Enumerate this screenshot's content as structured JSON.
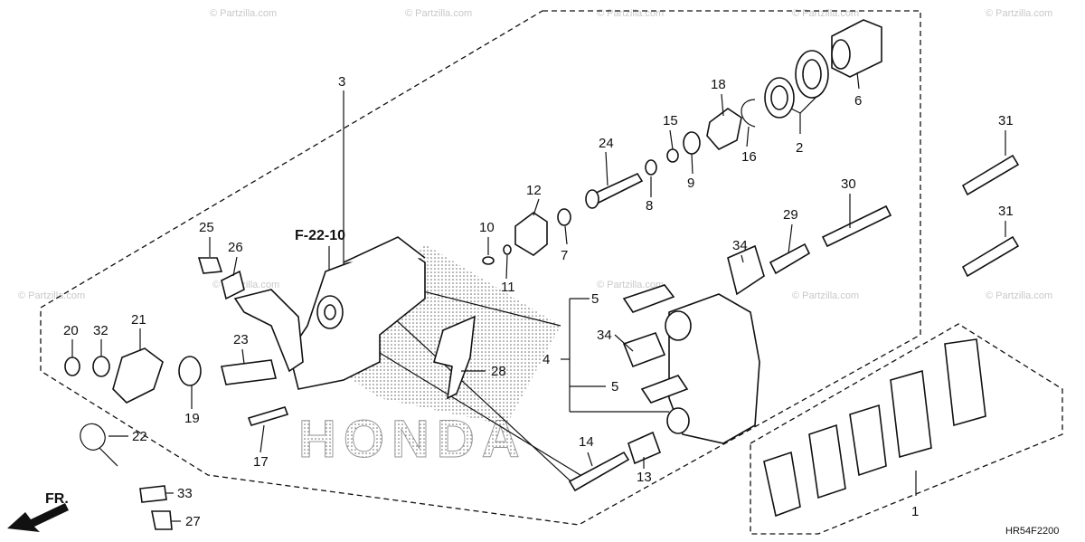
{
  "diagram": {
    "reference_label": "F-22-10",
    "drawing_code": "HR54F2200",
    "direction_label": "FR.",
    "brand_watermark": "HONDA",
    "watermark_text": "© Partzilla.com",
    "callouts": [
      "1",
      "2",
      "3",
      "4",
      "5",
      "5",
      "6",
      "7",
      "8",
      "9",
      "10",
      "11",
      "12",
      "13",
      "14",
      "15",
      "16",
      "17",
      "18",
      "19",
      "20",
      "21",
      "22",
      "23",
      "24",
      "25",
      "26",
      "27",
      "28",
      "29",
      "30",
      "31",
      "31",
      "32",
      "33",
      "34",
      "34"
    ]
  }
}
